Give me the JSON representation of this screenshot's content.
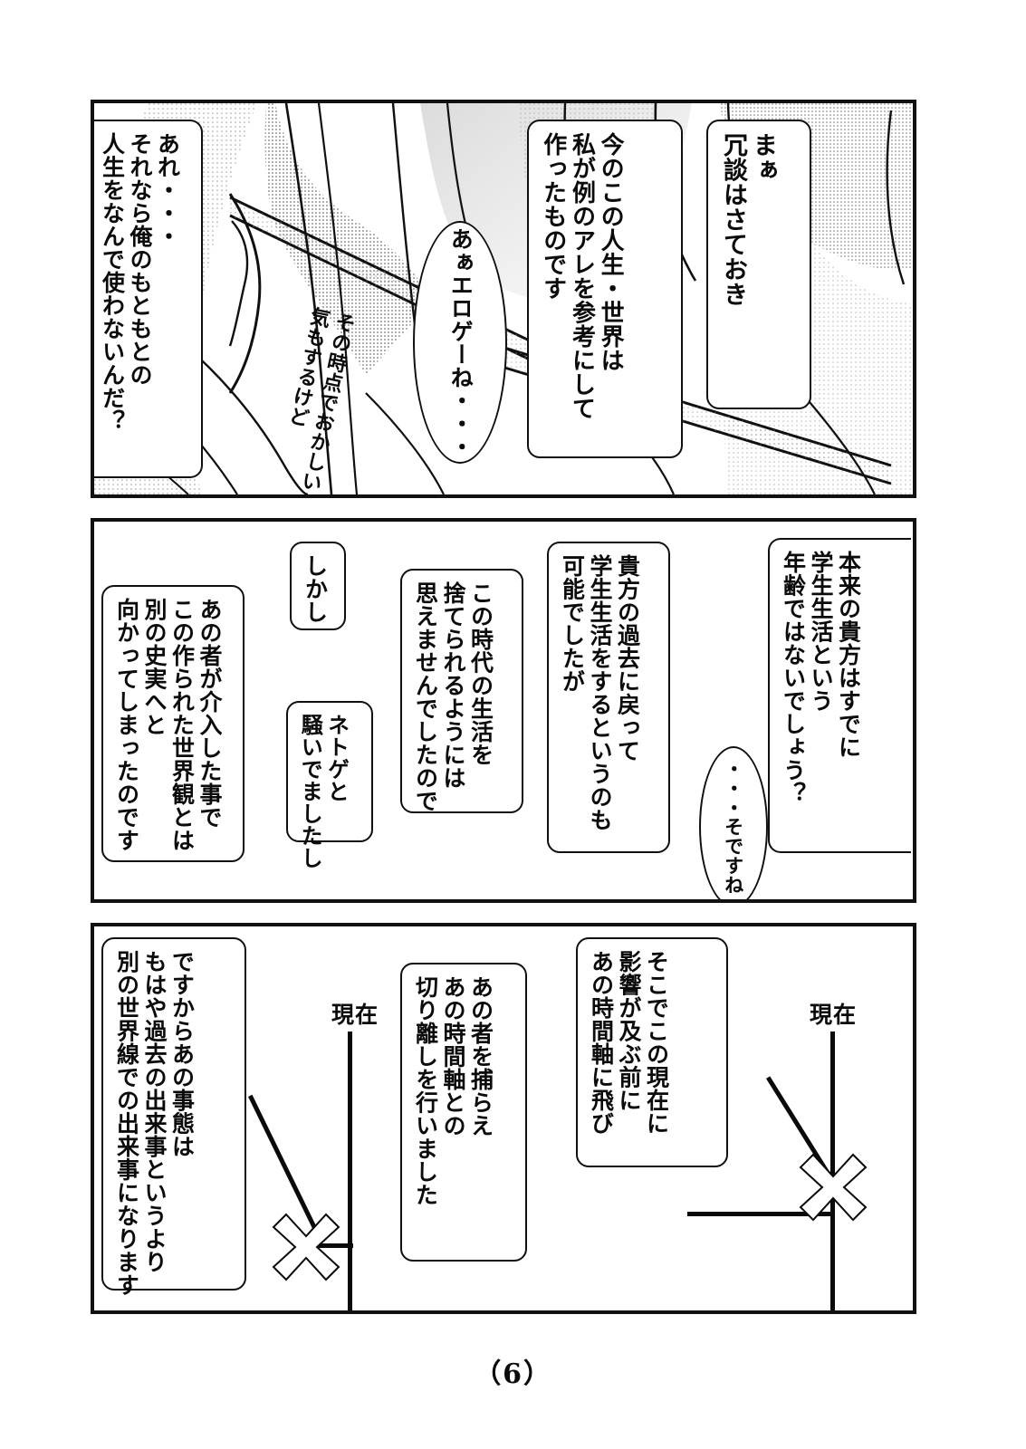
{
  "page": {
    "number_label": "（6）",
    "panel_count": 3
  },
  "panel1": {
    "name": "panel-1",
    "balloons": [
      {
        "id": "p1-b1",
        "shape": "rounded-rect",
        "text": "まぁ\n冗談はさておき"
      },
      {
        "id": "p1-b2",
        "shape": "rounded-rect",
        "text": "今のこの人生・世界は\n私が例のアレを参考にして\n作ったものです"
      },
      {
        "id": "p1-b3",
        "shape": "oval",
        "text": "あぁエロゲーね・・・"
      },
      {
        "id": "p1-b4",
        "shape": "rounded-rect",
        "text": "あれ・・・\nそれなら俺のもともとの\n人生をなんで使わないんだ？"
      }
    ],
    "note": {
      "id": "p1-note",
      "text": "その時点でおかしい\n気もするけど"
    },
    "artwork_description": "close-up screentone figure with drapery lines"
  },
  "panel2": {
    "name": "panel-2",
    "balloons": [
      {
        "id": "p2-b1",
        "shape": "rounded-rect",
        "text": "本来の貴方はすでに\n学生生活という\n年齢ではないでしょう？"
      },
      {
        "id": "p2-b2",
        "shape": "oval",
        "text": "・・・そですね"
      },
      {
        "id": "p2-b3",
        "shape": "rounded-rect",
        "text": "貴方の過去に戻って\n学生生活をするというのも\n可能でしたが"
      },
      {
        "id": "p2-b4",
        "shape": "rounded-rect",
        "text": "この時代の生活を\n捨てられるようには\n思えませんでしたので"
      },
      {
        "id": "p2-b5",
        "shape": "rounded-rect",
        "text": "しかし"
      },
      {
        "id": "p2-b6",
        "shape": "rounded-rect",
        "text": "ネトゲと\n騒いでましたし"
      },
      {
        "id": "p2-b7",
        "shape": "rounded-rect",
        "text": "あの者が介入した事で\nこの作られた世界観とは\n別の史実へと\n向かってしまったのです"
      }
    ]
  },
  "panel3": {
    "name": "panel-3",
    "balloons": [
      {
        "id": "p3-b1",
        "shape": "rounded-rect",
        "text": "そこでこの現在に\n影響が及ぶ前に\nあの時間軸に飛び"
      },
      {
        "id": "p3-b2",
        "shape": "rounded-rect",
        "text": "あの者を捕らえ\nあの時間軸との\n切り離しを行いました"
      },
      {
        "id": "p3-b3",
        "shape": "rounded-rect",
        "text": "ですからあの事態は\nもはや過去の出来事というより\n別の世界線での出来事になります"
      }
    ],
    "diagrams": [
      {
        "id": "timeline-right",
        "label": "現在",
        "marker": "x-mark",
        "description": "vertical present timeline with branch merging from upper left, X at junction on the line"
      },
      {
        "id": "timeline-left",
        "label": "現在",
        "marker": "x-mark",
        "description": "vertical present timeline with branch cut off, X placed left of the line at the severed end"
      }
    ]
  },
  "colors": {
    "ink": "#0b0b0b",
    "paper": "#ffffff",
    "tone_gray": "#6f6f6f"
  }
}
